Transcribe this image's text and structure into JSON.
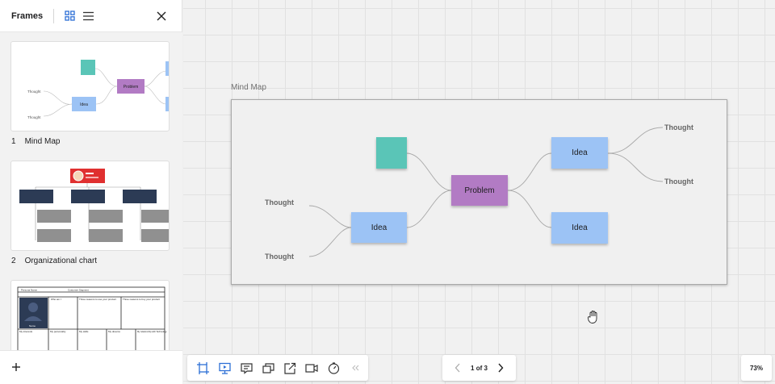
{
  "sidebar": {
    "title": "Frames",
    "frames": [
      {
        "number": "1",
        "name": "Mind Map"
      },
      {
        "number": "2",
        "name": "Organizational chart"
      }
    ],
    "thumb1": {
      "thought_1": "Thought",
      "thought_2": "Thought",
      "idea": "Idea",
      "problem": "Problem"
    },
    "thumb3": {
      "persona": "Persona Name",
      "customer": "Customer Segment",
      "who": "Who am I",
      "reasons_use": "Three reasons to use your product",
      "reasons_buy": "Three reasons to buy your product",
      "name": "Name",
      "interests": "My interests",
      "personality": "My personality",
      "skills": "My skills",
      "dreams": "My dreams",
      "relationship": "My relationship with Technology"
    },
    "icons": {
      "grid": "grid-view-icon",
      "list": "list-view-icon",
      "close": "close-icon",
      "add": "add-icon"
    }
  },
  "canvas": {
    "frame_title": "Mind Map",
    "problem": "Problem",
    "idea_left": "Idea",
    "idea_right_top": "Idea",
    "idea_right_bottom": "Idea",
    "thought_left_top": "Thought",
    "thought_left_bottom": "Thought",
    "thought_right_top": "Thought",
    "thought_right_bottom": "Thought",
    "colors": {
      "teal": "#5ac5b7",
      "purple": "#b27bc4",
      "blue": "#9cc3f5"
    }
  },
  "pager": {
    "text": "1 of 3"
  },
  "zoom": {
    "level": "73%"
  },
  "toolbar": {
    "icons": [
      "frame-icon",
      "presentation-icon",
      "comment-icon",
      "card-icon",
      "share-icon",
      "video-icon",
      "timer-icon",
      "collapse-icon"
    ]
  }
}
